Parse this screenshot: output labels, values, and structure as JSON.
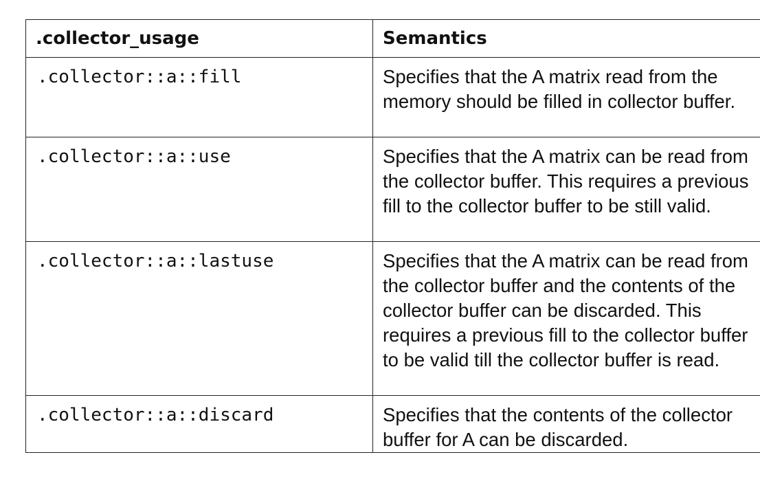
{
  "table": {
    "headers": {
      "usage": ".collector_usage",
      "semantics": "Semantics"
    },
    "rows": [
      {
        "usage": ".collector::a::fill",
        "semantics": "Specifies that the A matrix read from the memory should be filled in collec­tor buffer."
      },
      {
        "usage": ".collector::a::use",
        "semantics": "Specifies that the A matrix can be read from the collector buffer. This requires a previous fill to the collector buffer to be still valid."
      },
      {
        "usage": ".collector::a::lastuse",
        "semantics": "Specifies that the A matrix can be read from the collector buffer and the con­tents of the collector buffer can be discarded. This requires a previous fill to the collector buffer to be valid till the collector buffer is read."
      },
      {
        "usage": ".collector::a::discard",
        "semantics": "Specifies that the contents of the col­lector buffer for A can be discarded."
      }
    ]
  }
}
